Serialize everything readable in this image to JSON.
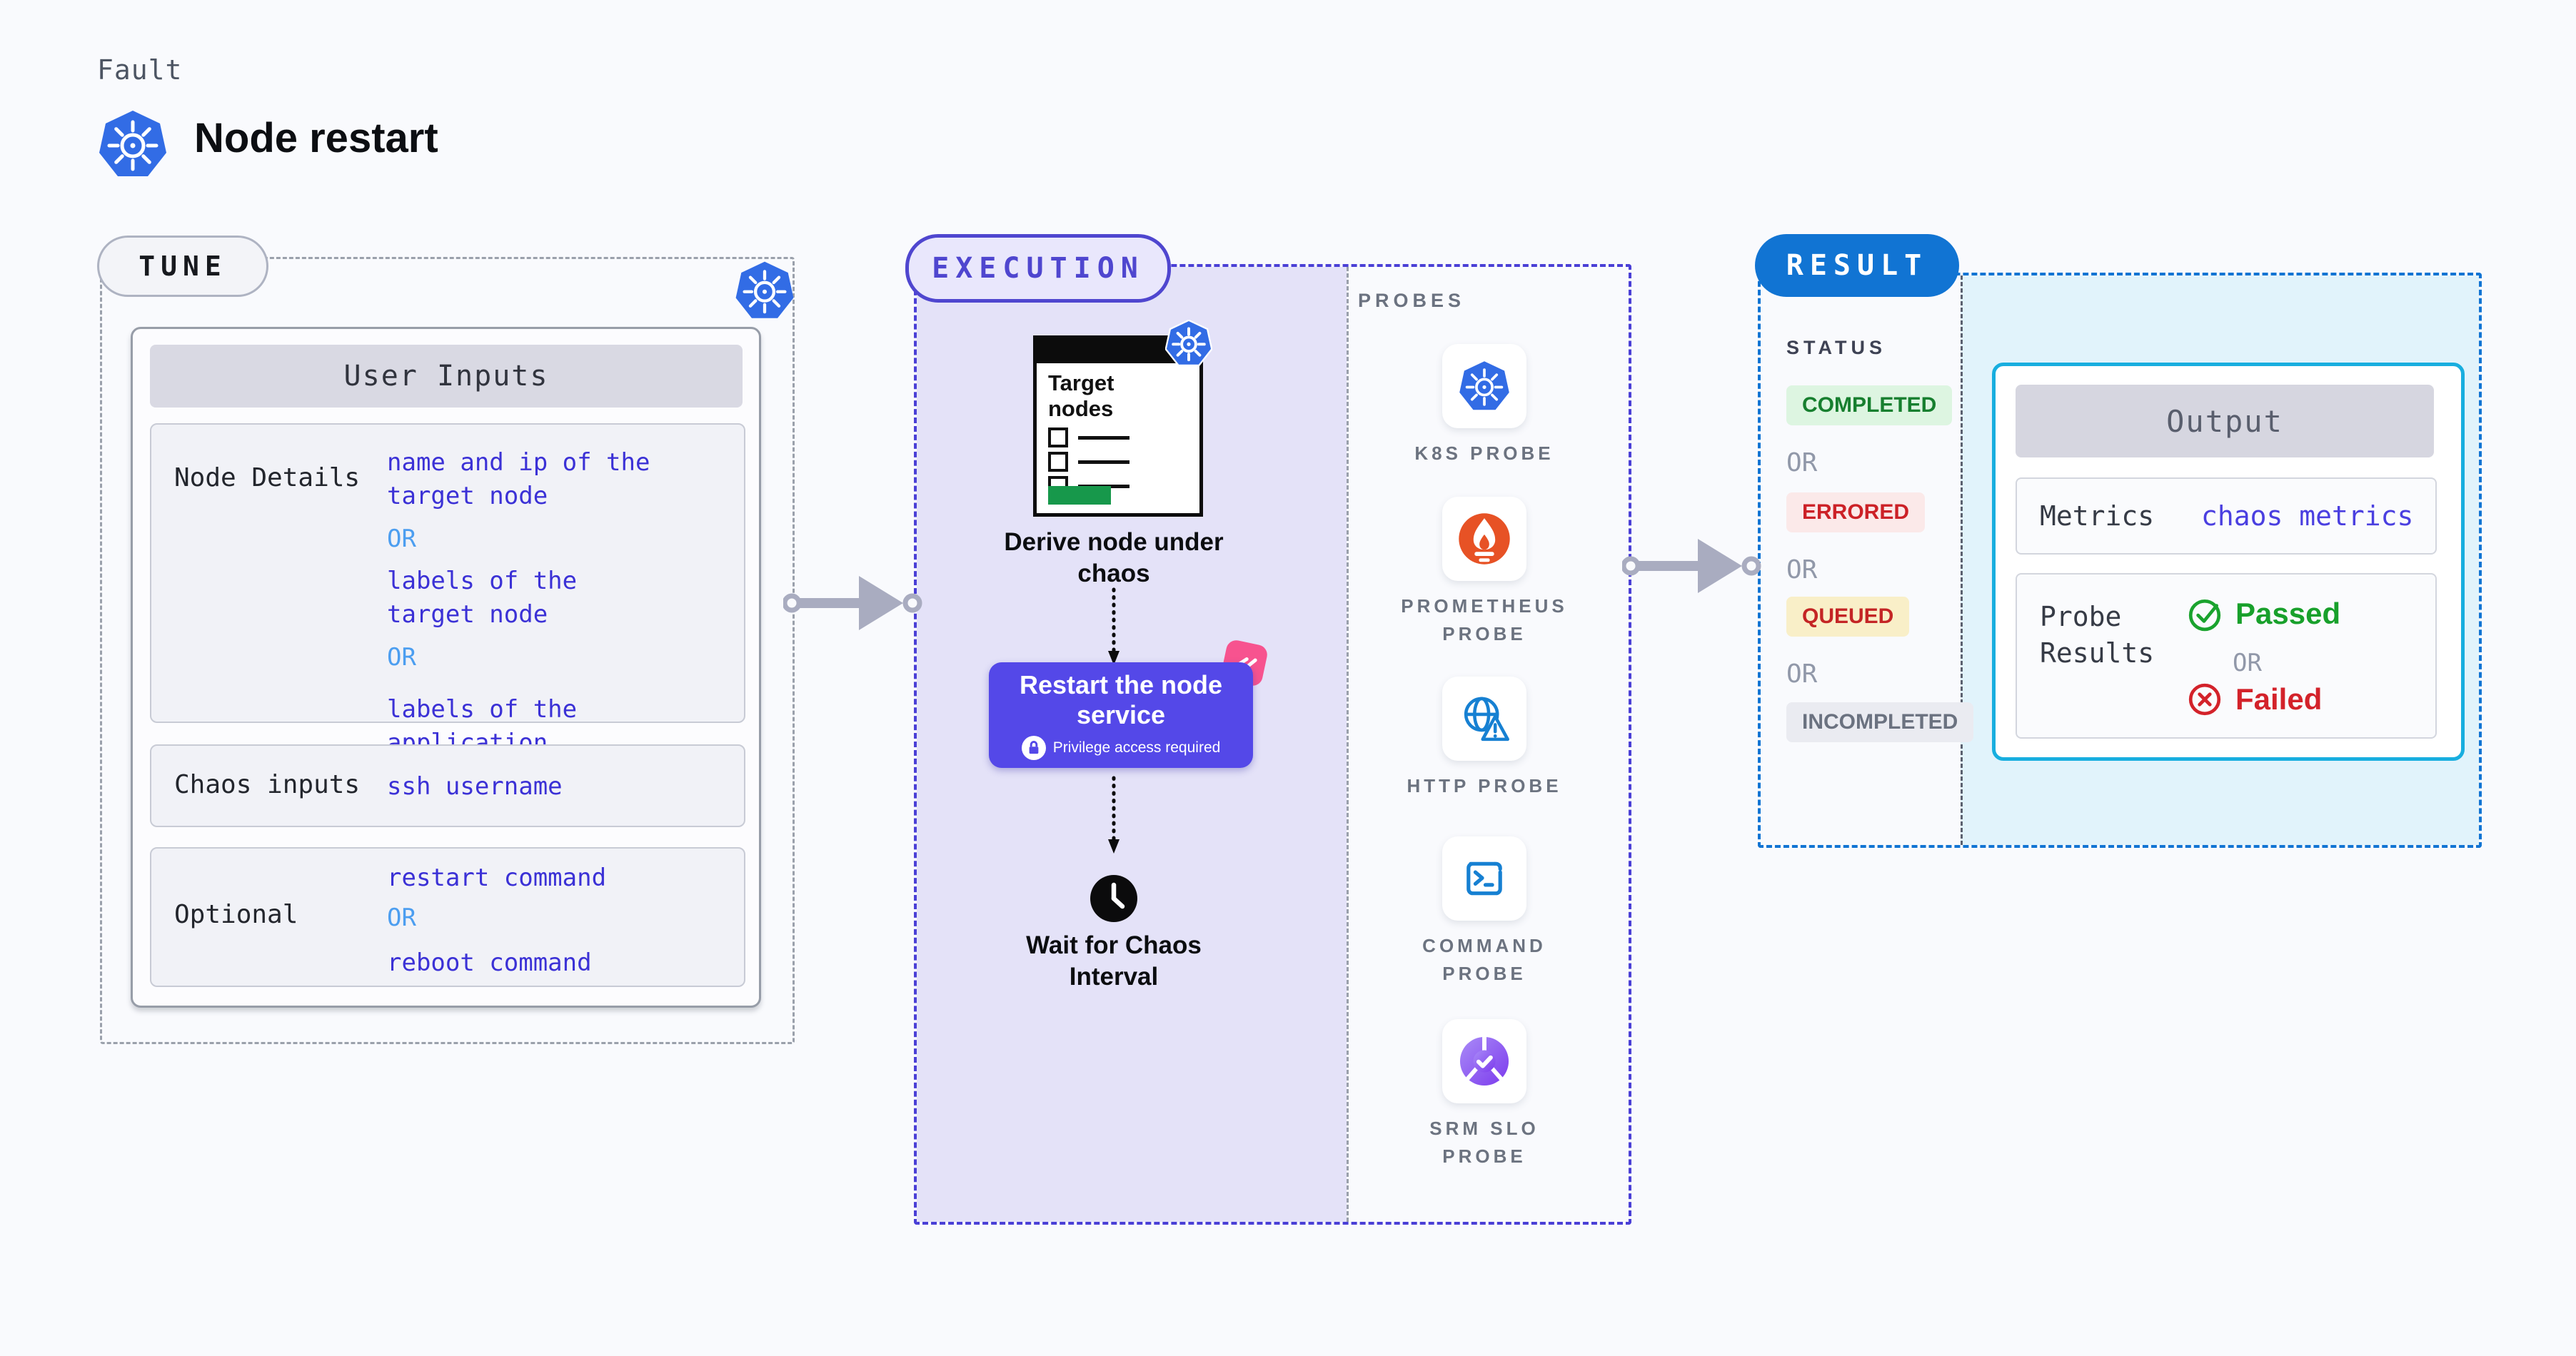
{
  "header": {
    "eyebrow": "Fault",
    "title": "Node restart"
  },
  "colors": {
    "kubernetes_blue": "#326CE5",
    "execution_indigo": "#4F46CF",
    "execution_fill": "#E4E2F8",
    "result_blue": "#1174D3",
    "result_fill": "#E1F3FB",
    "output_border": "#18AEDF",
    "value_indigo": "#3B31D6",
    "or_light_blue": "#4C9EF0",
    "restart_button": "#5448E8",
    "litmus_pink": "#F7538F",
    "passed_green": "#18A02B",
    "failed_red": "#D3222A",
    "completed_green": "#177F2F",
    "errored_red": "#CC2127",
    "queued_red": "#C42525",
    "incompleted_gray": "#6B7280",
    "prometheus_orange": "#E75225",
    "probe_blue": "#1680D2",
    "target_bar_green": "#17984B",
    "connector_gray": "#A9ACC0"
  },
  "tune": {
    "label": "TUNE",
    "table": {
      "header": "User Inputs",
      "rows": [
        {
          "label": "Node Details",
          "lines": [
            {
              "type": "value",
              "text": "name and ip of the\ntarget node"
            },
            {
              "type": "or",
              "text": "OR"
            },
            {
              "type": "value",
              "text": "labels of the\ntarget node"
            },
            {
              "type": "or",
              "text": "OR"
            },
            {
              "type": "value",
              "text": "labels of the application\nscheduled on target node"
            }
          ]
        },
        {
          "label": "Chaos inputs",
          "lines": [
            {
              "type": "value",
              "text": "ssh username"
            }
          ]
        },
        {
          "label": "Optional",
          "lines": [
            {
              "type": "value",
              "text": "restart command"
            },
            {
              "type": "or",
              "text": "OR"
            },
            {
              "type": "value",
              "text": "reboot command"
            }
          ]
        }
      ]
    }
  },
  "execution": {
    "label": "EXECUTION",
    "target_card_title": "Target nodes",
    "derive_caption": "Derive node under chaos",
    "restart_node": {
      "title": "Restart the node service",
      "note": "Privilege access required"
    },
    "wait_caption": "Wait for Chaos Interval",
    "probes_label": "PROBES",
    "probes": [
      {
        "label": "K8S PROBE",
        "icon": "kubernetes-icon"
      },
      {
        "label": "PROMETHEUS PROBE",
        "icon": "prometheus-icon"
      },
      {
        "label": "HTTP PROBE",
        "icon": "http-globe-warning-icon"
      },
      {
        "label": "COMMAND PROBE",
        "icon": "terminal-icon"
      },
      {
        "label": "SRM SLO PROBE",
        "icon": "slo-pie-check-icon"
      }
    ]
  },
  "result": {
    "label": "RESULT",
    "status_label": "STATUS",
    "status_sequence": [
      {
        "type": "badge",
        "variant": "completed",
        "text": "COMPLETED",
        "fg": "#177F2F",
        "bg": "#DDF5E1"
      },
      {
        "type": "or",
        "text": "OR"
      },
      {
        "type": "badge",
        "variant": "errored",
        "text": "ERRORED",
        "fg": "#CC2127",
        "bg": "#FBE9E9"
      },
      {
        "type": "or",
        "text": "OR"
      },
      {
        "type": "badge",
        "variant": "queued",
        "text": "QUEUED",
        "fg": "#C42525",
        "bg": "#F9EFC8"
      },
      {
        "type": "or",
        "text": "OR"
      },
      {
        "type": "badge",
        "variant": "incompleted",
        "text": "INCOMPLETED",
        "fg": "#6B7280",
        "bg": "#EAEBF1"
      }
    ],
    "output": {
      "header": "Output",
      "metrics": {
        "label": "Metrics",
        "value": "chaos metrics"
      },
      "probe_results": {
        "label": "Probe Results",
        "passed": "Passed",
        "or": "OR",
        "failed": "Failed"
      }
    }
  }
}
